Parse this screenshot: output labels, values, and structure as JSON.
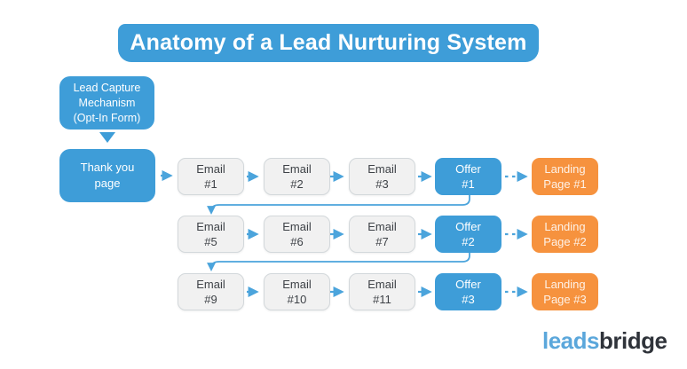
{
  "title": "Anatomy of a Lead Nurturing System",
  "colors": {
    "blue": "#3E9DD8",
    "orange": "#F6923E",
    "arrow_blue": "#4BA4DC",
    "email_box_gray": "#F1F1F1",
    "email_text": "#3E4247",
    "logo_blue": "#5BA7DB",
    "logo_dark": "#2F333A",
    "background": "#FFFFFF"
  },
  "lead_capture": {
    "line1": "Lead Capture",
    "line2": "Mechanism",
    "line3": "(Opt-In Form)"
  },
  "thank_you_page": {
    "line1": "Thank you",
    "line2": "page"
  },
  "sequences": [
    {
      "emails": [
        {
          "line1": "Email",
          "line2": "#1"
        },
        {
          "line1": "Email",
          "line2": "#2"
        },
        {
          "line1": "Email",
          "line2": "#3"
        }
      ],
      "offer": {
        "line1": "Offer",
        "line2": "#1"
      },
      "landing": {
        "line1": "Landing",
        "line2": "Page #1"
      }
    },
    {
      "emails": [
        {
          "line1": "Email",
          "line2": "#5"
        },
        {
          "line1": "Email",
          "line2": "#6"
        },
        {
          "line1": "Email",
          "line2": "#7"
        }
      ],
      "offer": {
        "line1": "Offer",
        "line2": "#2"
      },
      "landing": {
        "line1": "Landing",
        "line2": "Page #2"
      }
    },
    {
      "emails": [
        {
          "line1": "Email",
          "line2": "#9"
        },
        {
          "line1": "Email",
          "line2": "#10"
        },
        {
          "line1": "Email",
          "line2": "#11"
        }
      ],
      "offer": {
        "line1": "Offer",
        "line2": "#3"
      },
      "landing": {
        "line1": "Landing",
        "line2": "Page #3"
      }
    }
  ],
  "logo": {
    "leads": "leads",
    "bridge": "bridge"
  }
}
